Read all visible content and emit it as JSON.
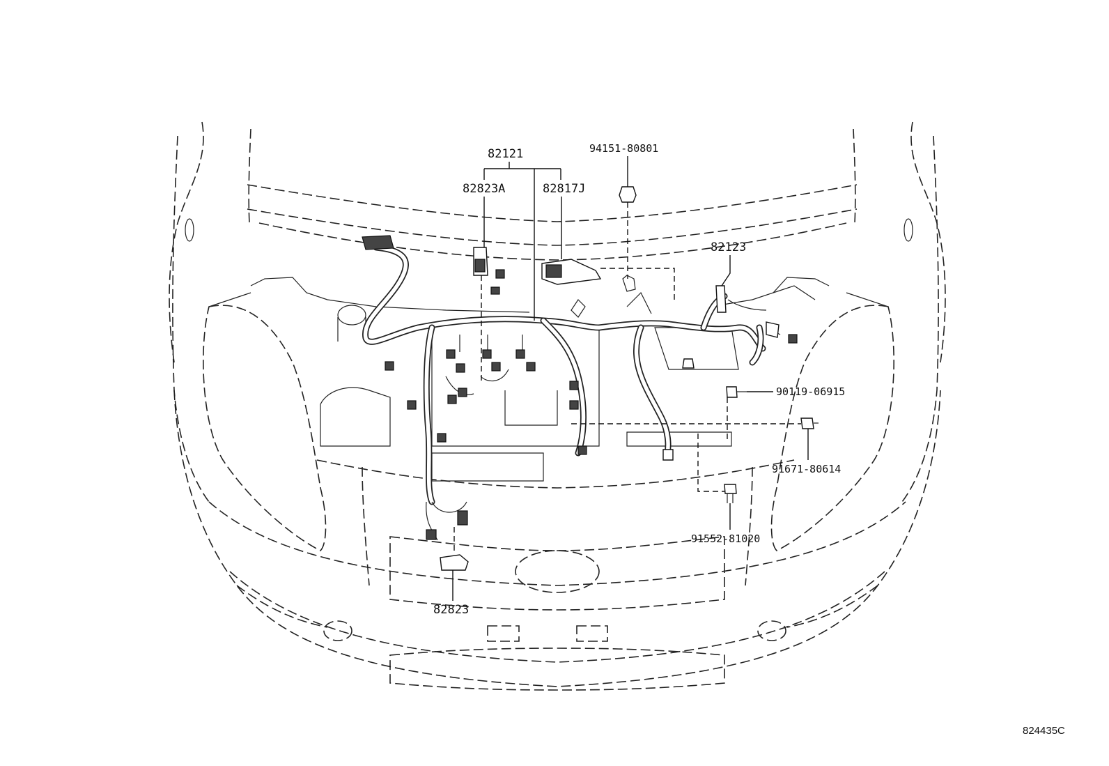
{
  "labels": {
    "harness_main": "82121",
    "connector_a": "82823A",
    "connector_j": "82817J",
    "nut": "94151-80801",
    "harness_sub": "82123",
    "bolt_1": "90119-06915",
    "bolt_2": "91671-80614",
    "bolt_3": "91552-81020",
    "connector": "82823"
  },
  "reference_code": "824435C"
}
